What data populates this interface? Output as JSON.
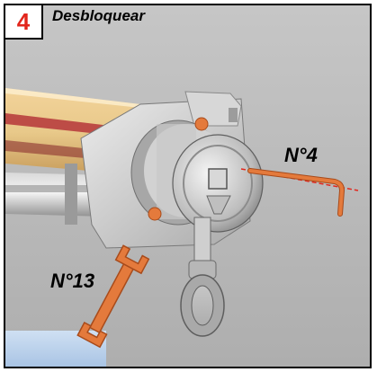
{
  "step": {
    "number": "4",
    "title": "Desbloquear"
  },
  "tools": [
    {
      "label": "N°4",
      "icon": "allen-key-icon",
      "color": "#e47a3c"
    },
    {
      "label": "N°13",
      "icon": "wrench-icon",
      "color": "#e47a3c"
    }
  ],
  "colors": {
    "accent": "#e2261c",
    "tool_orange": "#e47a3c",
    "guide_line": "#e2261c",
    "background": "#bdbdbd"
  }
}
